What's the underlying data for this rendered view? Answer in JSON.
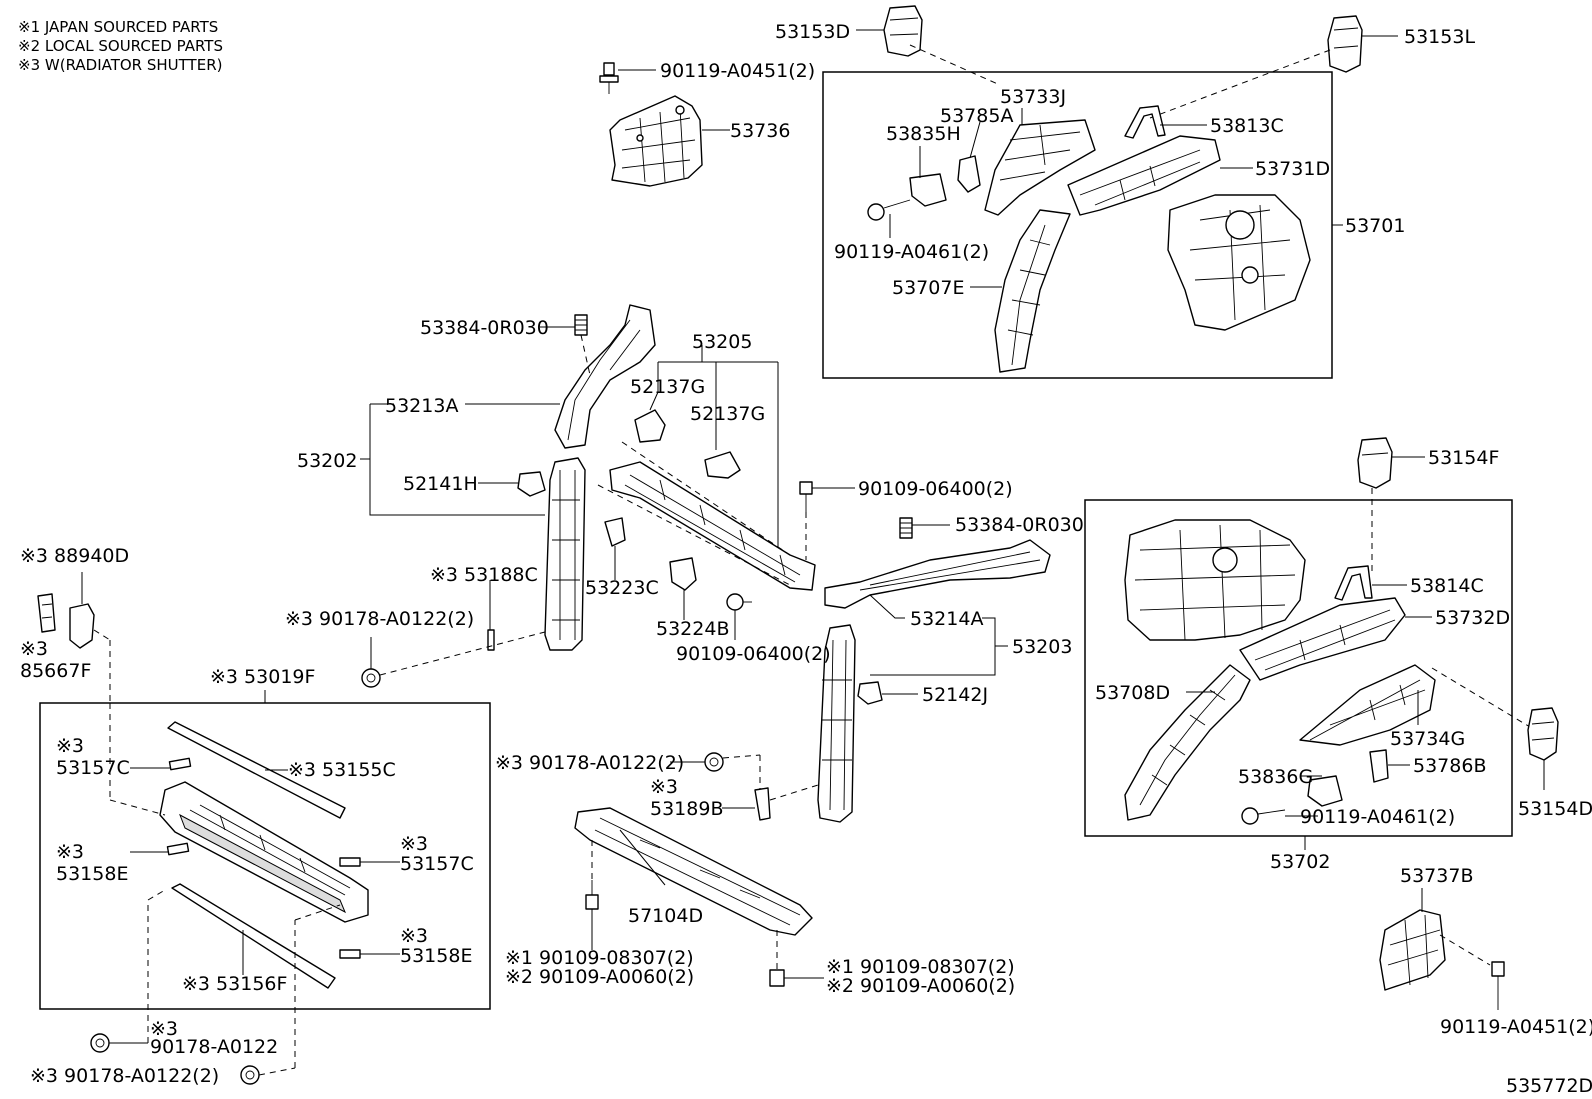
{
  "notes": [
    "※1 JAPAN SOURCED PARTS",
    "※2 LOCAL SOURCED PARTS",
    "※3 W(RADIATOR SHUTTER)"
  ],
  "diagram_id": "535772D",
  "labels": {
    "p53153D": "53153D",
    "p53153L": "53153L",
    "p90119_A0451_top": "90119-A0451(2)",
    "p53736": "53736",
    "p53733J": "53733J",
    "p53785A": "53785A",
    "p53835H": "53835H",
    "p53813C": "53813C",
    "p53731D": "53731D",
    "p53701": "53701",
    "p90119_A0461_top": "90119-A0461(2)",
    "p53707E": "53707E",
    "p53384_0R030_a": "53384-0R030",
    "p53205": "53205",
    "p52137G_a": "52137G",
    "p52137G_b": "52137G",
    "p53213A": "53213A",
    "p53202": "53202",
    "p52141H": "52141H",
    "p90109_06400_a": "90109-06400(2)",
    "p53384_0R030_b": "53384-0R030",
    "p53188C": "※3 53188C",
    "p53223C": "53223C",
    "p53224B": "53224B",
    "p90109_06400_b": "90109-06400(2)",
    "p53214A": "53214A",
    "p53203": "53203",
    "p52142J": "52142J",
    "p90178_A0122_a": "※3 90178-A0122(2)",
    "p88940D": "※3 88940D",
    "p85667F_mark": "※3",
    "p85667F": "85667F",
    "p53019F": "※3 53019F",
    "p53157C_a_mark": "※3",
    "p53157C_a": "53157C",
    "p53155C": "※3 53155C",
    "p53158E_a_mark": "※3",
    "p53158E_a": "53158E",
    "p53157C_b_mark": "※3",
    "p53157C_b": "53157C",
    "p53158E_b_mark": "※3",
    "p53158E_b": "53158E",
    "p53156F": "※3 53156F",
    "p90178_A0122_b": "※3 90178-A0122(2)",
    "p53189B_mark": "※3",
    "p53189B": "53189B",
    "p57104D": "57104D",
    "p90109_08307_a": "※1 90109-08307(2)",
    "p90109_A0060_a": "※2 90109-A0060(2)",
    "p90109_08307_b": "※1 90109-08307(2)",
    "p90109_A0060_b": "※2 90109-A0060(2)",
    "p90178_A0122_c_mark": "※3",
    "p90178_A0122_c": "90178-A0122",
    "p90178_A0122_d": "※3 90178-A0122(2)",
    "p53154F": "53154F",
    "p53814C": "53814C",
    "p53732D": "53732D",
    "p53708D": "53708D",
    "p53734G": "53734G",
    "p53836G": "53836G",
    "p53786B": "53786B",
    "p90119_A0461_bottom": "90119-A0461(2)",
    "p53702": "53702",
    "p53154D": "53154D",
    "p53737B": "53737B",
    "p90119_A0451_bottom": "90119-A0451(2)"
  }
}
